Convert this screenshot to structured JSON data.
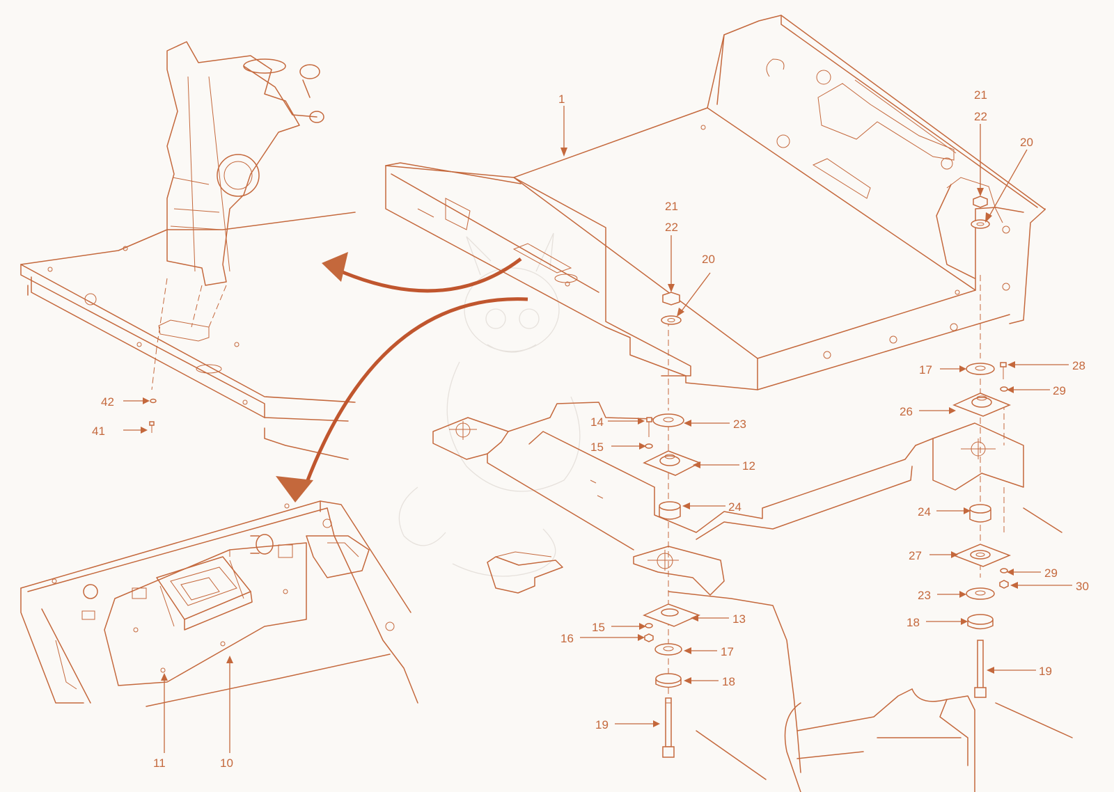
{
  "colors": {
    "line": "#c4683c",
    "arrow": "#c0562e",
    "background": "#fbf9f6"
  },
  "callouts": [
    {
      "id": "c1",
      "text": "1"
    },
    {
      "id": "c21a",
      "text": "21"
    },
    {
      "id": "c22a",
      "text": "22"
    },
    {
      "id": "c20a",
      "text": "20"
    },
    {
      "id": "c21b",
      "text": "21"
    },
    {
      "id": "c22b",
      "text": "22"
    },
    {
      "id": "c20b",
      "text": "20"
    },
    {
      "id": "c17a",
      "text": "17"
    },
    {
      "id": "c28",
      "text": "28"
    },
    {
      "id": "c29a",
      "text": "29"
    },
    {
      "id": "c26",
      "text": "26"
    },
    {
      "id": "c14",
      "text": "14"
    },
    {
      "id": "c23a",
      "text": "23"
    },
    {
      "id": "c15a",
      "text": "15"
    },
    {
      "id": "c12",
      "text": "12"
    },
    {
      "id": "c24a",
      "text": "24"
    },
    {
      "id": "c24b",
      "text": "24"
    },
    {
      "id": "c27",
      "text": "27"
    },
    {
      "id": "c29b",
      "text": "29"
    },
    {
      "id": "c23b",
      "text": "23"
    },
    {
      "id": "c30",
      "text": "30"
    },
    {
      "id": "c18a",
      "text": "18"
    },
    {
      "id": "c19a",
      "text": "19"
    },
    {
      "id": "c13",
      "text": "13"
    },
    {
      "id": "c15b",
      "text": "15"
    },
    {
      "id": "c16",
      "text": "16"
    },
    {
      "id": "c17b",
      "text": "17"
    },
    {
      "id": "c18b",
      "text": "18"
    },
    {
      "id": "c19b",
      "text": "19"
    },
    {
      "id": "c42",
      "text": "42"
    },
    {
      "id": "c41",
      "text": "41"
    },
    {
      "id": "c11",
      "text": "11"
    },
    {
      "id": "c10",
      "text": "10"
    }
  ]
}
